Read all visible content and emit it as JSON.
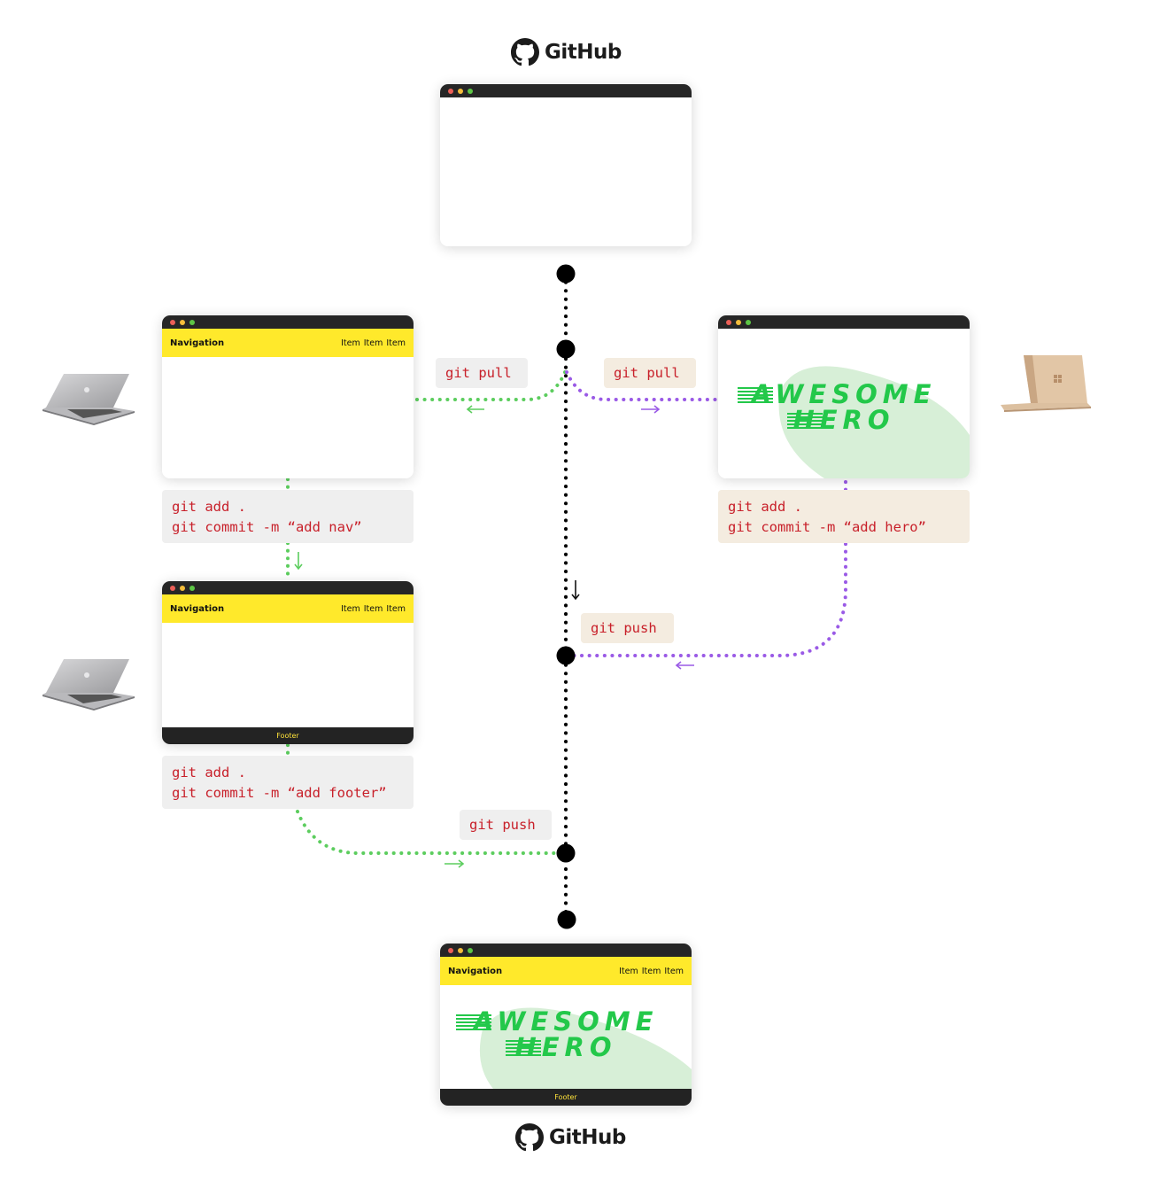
{
  "brand": {
    "name": "GitHub"
  },
  "site": {
    "nav_title": "Navigation",
    "nav_items": [
      "Item",
      "Item",
      "Item"
    ],
    "footer": "Footer",
    "hero_line1": "AWESOME",
    "hero_line2": "HERO"
  },
  "commands": {
    "pull_left": "git pull",
    "pull_right": "git pull",
    "commit_nav": [
      "git add .",
      "git commit -m “add nav”"
    ],
    "commit_hero": [
      "git add .",
      "git commit -m “add hero”"
    ],
    "commit_footer": [
      "git add .",
      "git commit -m “add footer”"
    ],
    "push_right": "git push",
    "push_left": "git push"
  },
  "colors": {
    "green_flow": "#5ccd5e",
    "purple_flow": "#9a5ae6",
    "nav_yellow": "#ffe92b",
    "hero_green": "#23c84a",
    "command_text": "#c8202a"
  },
  "icons": [
    "github-logo-icon",
    "macbook-laptop-icon",
    "surface-laptop-icon",
    "arrow-icon"
  ]
}
